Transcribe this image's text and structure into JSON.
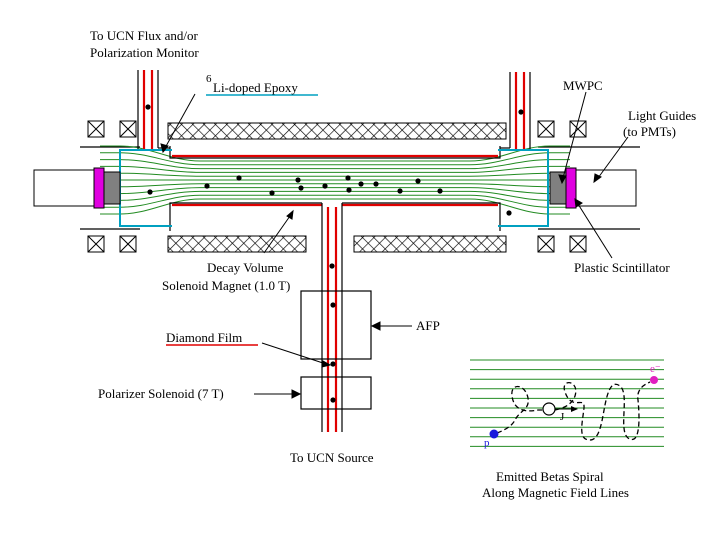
{
  "labels": {
    "flux_monitor_line1": "To UCN Flux and/or",
    "flux_monitor_line2": "Polarization Monitor",
    "li_sup": "6",
    "li_epoxy": "Li-doped Epoxy",
    "mwpc": "MWPC",
    "light_guides_line1": "Light Guides",
    "light_guides_line2": "(to PMTs)",
    "plastic_scintillator": "Plastic Scintillator",
    "decay_volume_line1": "Decay Volume",
    "decay_volume_line2": "Solenoid Magnet (1.0 T)",
    "afp": "AFP",
    "diamond_film": "Diamond Film",
    "polarizer": "Polarizer Solenoid (7 T)",
    "ucn_source": "To UCN Source",
    "inset_caption_line1": "Emitted Betas Spiral",
    "inset_caption_line2": "Along Magnetic Field Lines",
    "inset_p": "p",
    "inset_e": "e⁻",
    "inset_j": "J"
  },
  "colors": {
    "field_lines": "#228B22",
    "guide_red": "#e00000",
    "epoxy_cyan": "#00a0c0",
    "scintillator_magenta": "#e000e0",
    "mwpc_gray": "#808080",
    "proton_blue": "#1a1adc",
    "electron_magenta": "#e020c0"
  }
}
